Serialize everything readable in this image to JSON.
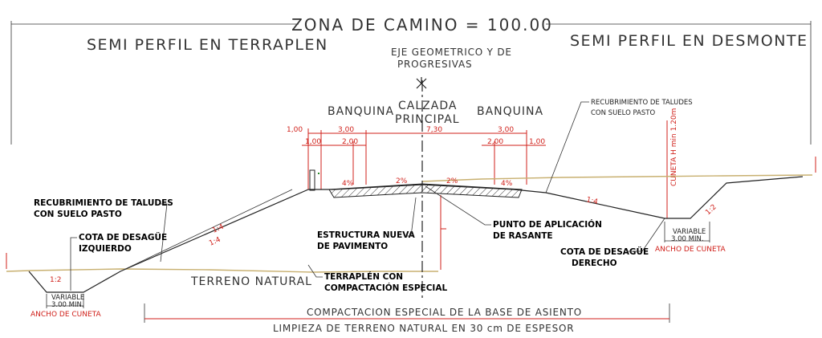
{
  "zona": "ZONA DE CAMINO = 100.00",
  "semi_terraplen": "SEMI PERFIL EN TERRAPLEN",
  "semi_desmonte": "SEMI PERFIL EN DESMONTE",
  "eje_line1": "EJE GEOMETRICO Y DE",
  "eje_line2": "PROGRESIVAS",
  "banquina_left": "BANQUINA",
  "banquina_right": "BANQUINA",
  "calzada_line1": "CALZADA",
  "calzada_line2": "PRINCIPAL",
  "dims": {
    "d_100_left": "1,00",
    "d_300_left": "3,00",
    "d_100_left2": "1,00",
    "d_200_left": "2,00",
    "d_730": "7,30",
    "d_300_right": "3,00",
    "d_200_right": "2,00",
    "d_100_right": "1,00",
    "cuneta_h": "CUNETA H min 1.20m"
  },
  "slopes": {
    "s_left_1": "1:2",
    "s_left_2": "1:4",
    "s_left_3": "1:4",
    "s_right_1": "1:4",
    "s_right_2": "1:2",
    "s_pct_1": "4%",
    "s_pct_2": "2%",
    "s_pct_3": "2%",
    "s_pct_4": "4%"
  },
  "recub_left_line1": "RECUBRIMIENTO DE TALUDES",
  "recub_left_line2": "CON SUELO PASTO",
  "cota_left_line1": "COTA DE DESAGÜE",
  "cota_left_line2": "IZQUIERDO",
  "recub_right_line1": "RECUBRIMIENTO DE TALUDES",
  "recub_right_line2": "CON SUELO PASTO",
  "cota_right_line1": "COTA DE DESAGÜE",
  "cota_right_line2": "DERECHO",
  "estructura_line1": "ESTRUCTURA NUEVA",
  "estructura_line2": "DE PAVIMENTO",
  "punto_line1": "PUNTO DE APLICACIÓN",
  "punto_line2": "DE RASANTE",
  "terraplen_line1": "TERRAPLÉN CON",
  "terraplen_line2": "COMPACTACIÓN ESPECIAL",
  "terreno": "TERRENO NATURAL",
  "variable_left_1": "VARIABLE",
  "variable_left_2": "3.00  MIN.",
  "ancho_left": "ANCHO DE CUNETA",
  "variable_right_1": "VARIABLE",
  "variable_right_2": "3.00  MIN.",
  "ancho_right": "ANCHO DE CUNETA",
  "compactacion": "COMPACTACION ESPECIAL DE LA BASE DE ASIENTO",
  "limpieza": "LIMPIEZA  DE TERRENO NATURAL EN 30 cm  DE ESPESOR",
  "colors": {
    "red": "#d0211b",
    "ground": "#c8b070",
    "line": "#222222"
  }
}
